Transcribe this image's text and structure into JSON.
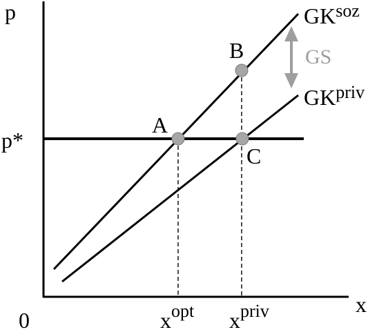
{
  "axes": {
    "y_label": "p",
    "x_label": "x",
    "origin_label": "0"
  },
  "price_line": {
    "label": "p*"
  },
  "curves": {
    "social_cost": {
      "base": "GK",
      "sup": "soz"
    },
    "private_cost": {
      "base": "GK",
      "sup": "priv"
    }
  },
  "points": {
    "A": "A",
    "B": "B",
    "C": "C"
  },
  "x_markers": {
    "optimal": {
      "base": "x",
      "sup": "opt"
    },
    "private": {
      "base": "x",
      "sup": "priv"
    }
  },
  "gap": {
    "label": "GS"
  },
  "colors": {
    "ink": "#000000",
    "point_fill": "#a6a6a6",
    "gap_gray": "#9e9e9e"
  }
}
